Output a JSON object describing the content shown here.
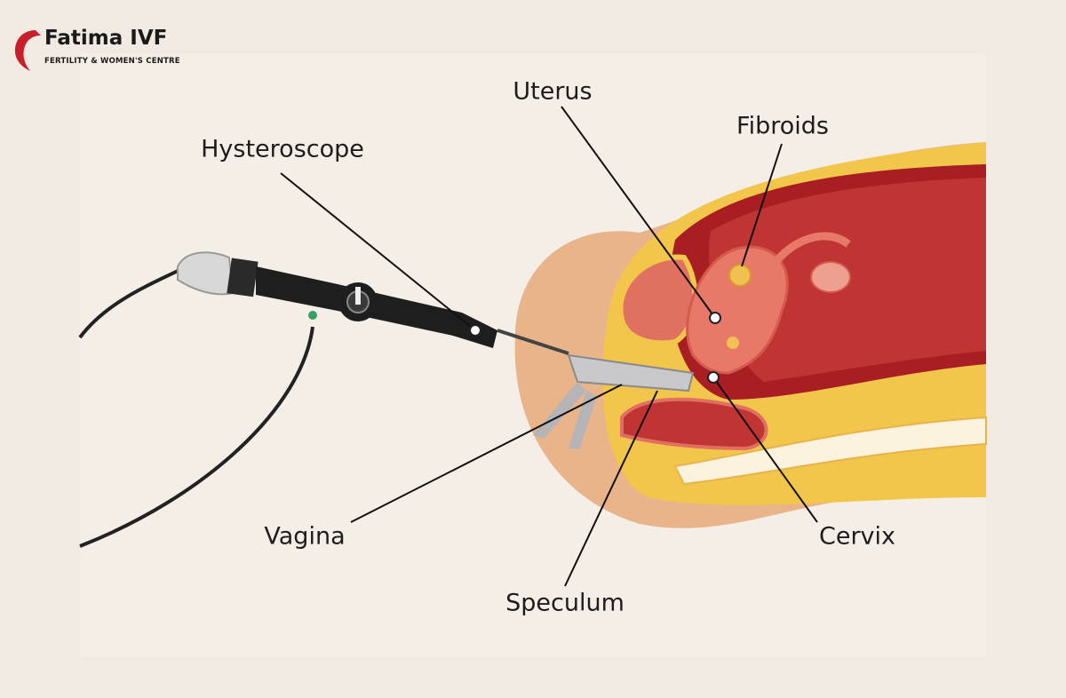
{
  "logo": {
    "name": "Fatima IVF",
    "tagline": "FERTILITY & WOMEN'S CENTRE",
    "brand_color": "#c8202a"
  },
  "labels": {
    "hysteroscope": "Hysteroscope",
    "uterus": "Uterus",
    "fibroids": "Fibroids",
    "vagina": "Vagina",
    "speculum": "Speculum",
    "cervix": "Cervix"
  },
  "colors": {
    "background": "#f1eae2",
    "tissue_red": "#b8262a",
    "fat_yellow": "#f2c64a",
    "skin": "#e9b48a",
    "instrument": "#1e1e1e"
  }
}
